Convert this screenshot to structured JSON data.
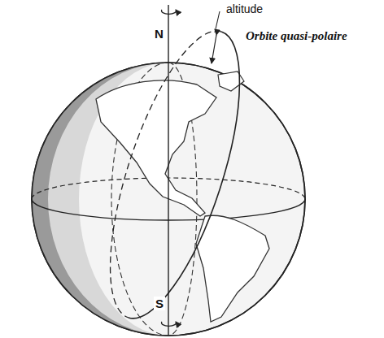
{
  "diagram": {
    "labels": [
      "N",
      "altitude",
      "Orbite quasi-polaire",
      "S"
    ]
  }
}
